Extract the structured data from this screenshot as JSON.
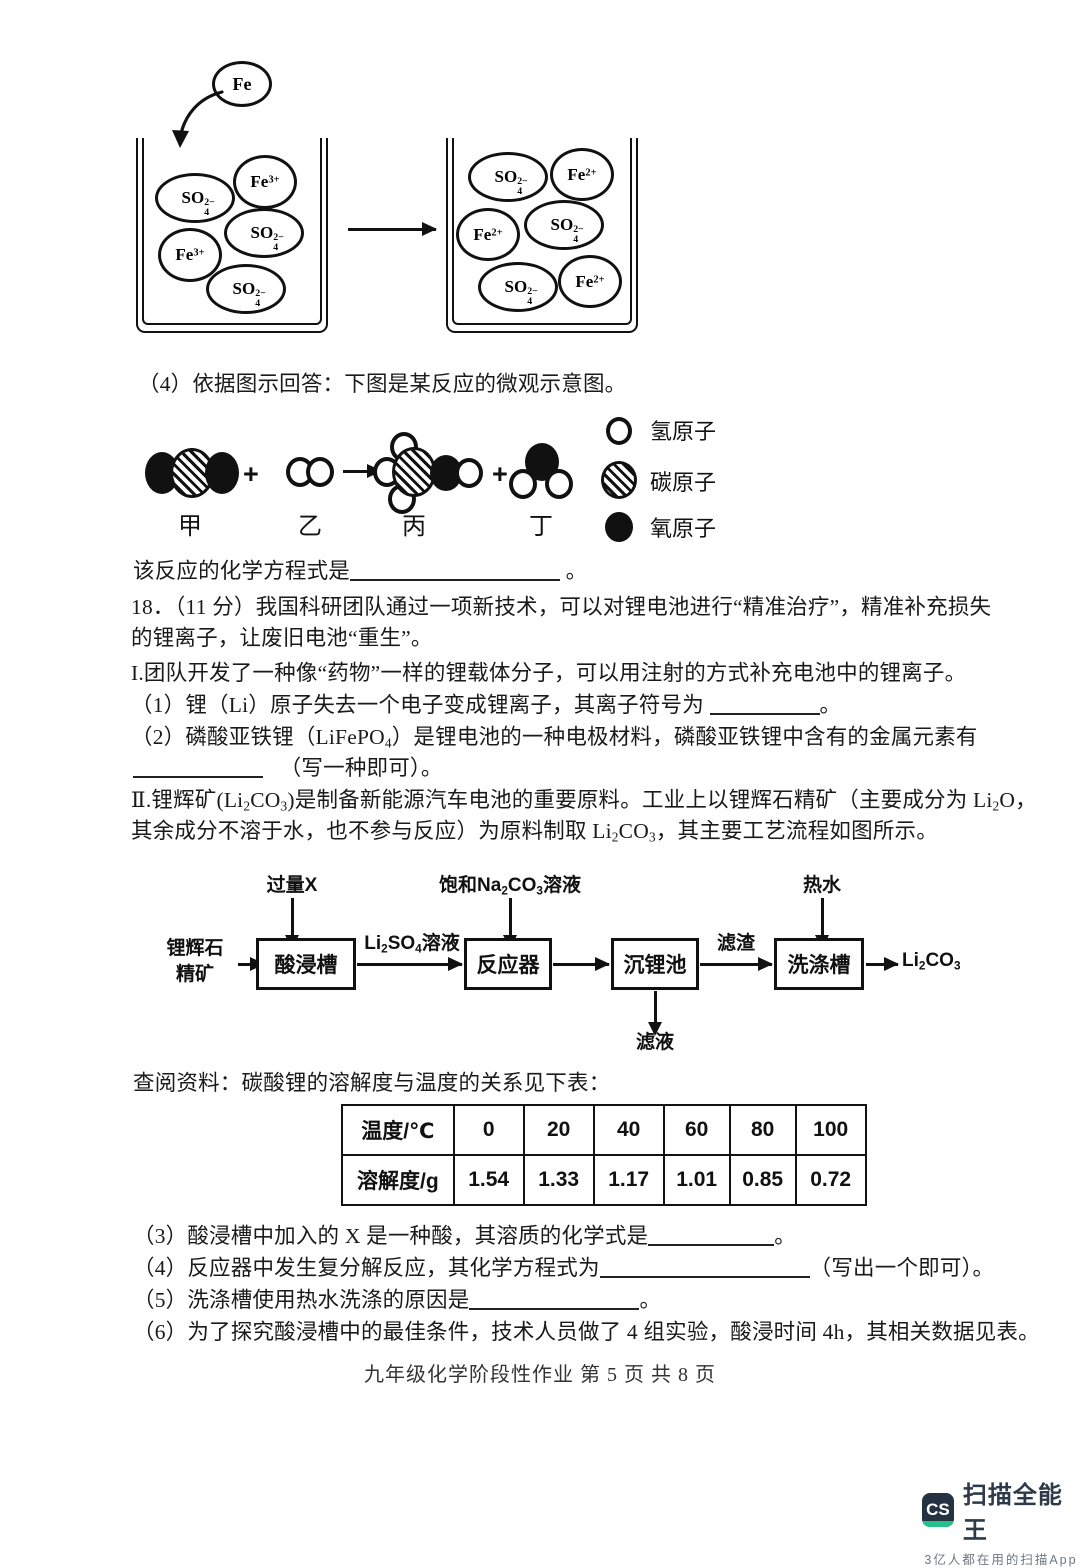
{
  "document": {
    "footer": "九年级化学阶段性作业  第 5 页  共 8 页",
    "watermark": {
      "badge": "CS",
      "title": "扫描全能王",
      "subtitle": "3亿人都在用的扫描App"
    }
  },
  "beaker_diagram": {
    "added_reagent": "Fe",
    "left_beaker": {
      "ions": [
        {
          "label": "SO",
          "sub": "4",
          "charge": "2−"
        },
        {
          "label": "Fe",
          "sub": "",
          "charge": "3+"
        },
        {
          "label": "SO",
          "sub": "4",
          "charge": "2−"
        },
        {
          "label": "Fe",
          "sub": "",
          "charge": "3+"
        },
        {
          "label": "SO",
          "sub": "4",
          "charge": "2−"
        }
      ]
    },
    "right_beaker": {
      "ions": [
        {
          "label": "SO",
          "sub": "4",
          "charge": "2−"
        },
        {
          "label": "Fe",
          "sub": "",
          "charge": "2+"
        },
        {
          "label": "Fe",
          "sub": "",
          "charge": "2+"
        },
        {
          "label": "SO",
          "sub": "4",
          "charge": "2−"
        },
        {
          "label": "SO",
          "sub": "4",
          "charge": "2−"
        },
        {
          "label": "Fe",
          "sub": "",
          "charge": "2+"
        }
      ]
    }
  },
  "question4": {
    "stem": "（4）依据图示回答：下图是某反应的微观示意图。",
    "molecule_labels": [
      "甲",
      "乙",
      "丙",
      "丁"
    ],
    "operators": [
      "+",
      "+"
    ],
    "legend": [
      {
        "icon": "hydrogen-atom",
        "label": "氢原子"
      },
      {
        "icon": "carbon-atom",
        "label": "碳原子"
      },
      {
        "icon": "oxygen-atom",
        "label": "氧原子"
      }
    ],
    "answer_line_prefix": "该反应的化学方程式是",
    "answer_line_suffix": "。"
  },
  "question18": {
    "line1": "18．（11 分）我国科研团队通过一项新技术，可以对锂电池进行“精准治疗”，精准补充损失",
    "line2": "的锂离子，让废旧电池“重生”。",
    "line3": "I.团队开发了一种像“药物”一样的锂载体分子，可以用注射的方式补充电池中的锂离子。",
    "item1_pre": "（1）锂（Li）原子失去一个电子变成锂离子，其离子符号为",
    "item1_post": "。",
    "item2_line1": "（2）磷酸亚铁锂（LiFePO4）是锂电池的一种电极材料，磷酸亚铁锂中含有的金属元素有",
    "item2_line2_post": "（写一种即可）。",
    "part2_line1": "Ⅱ.锂辉矿(Li2CO3)是制备新能源汽车电池的重要原料。工业上以锂辉石精矿（主要成分为 Li2O，",
    "part2_line2": "其余成分不溶于水，也不参与反应）为原料制取 Li2CO3，其主要工艺流程如图所示。",
    "resource_line": "查阅资料：碳酸锂的溶解度与温度的关系见下表：",
    "item3_pre": "（3）酸浸槽中加入的 X 是一种酸，其溶质的化学式是",
    "item3_post": "。",
    "item4_pre": "（4）反应器中发生复分解反应，其化学方程式为",
    "item4_post": "（写出一个即可）。",
    "item5_pre": "（5）洗涤槽使用热水洗涤的原因是",
    "item5_post": "。",
    "item6": "（6）为了探究酸浸槽中的最佳条件，技术人员做了 4 组实验，酸浸时间 4h，其相关数据见表。"
  },
  "flowchart": {
    "input_label": "锂辉石\n精矿",
    "input_line1": "锂辉石",
    "input_line2": "精矿",
    "boxes": [
      "酸浸槽",
      "反应器",
      "沉锂池",
      "洗涤槽"
    ],
    "top_inputs": [
      {
        "label": "过量X",
        "target": "酸浸槽"
      },
      {
        "label": "饱和Na2CO3溶液",
        "target": "反应器"
      },
      {
        "label": "热水",
        "target": "洗涤槽"
      }
    ],
    "edge_labels": [
      "Li2SO4溶液",
      "滤渣"
    ],
    "down_output": "滤液",
    "final_output": "Li2CO3"
  },
  "chart_data": {
    "type": "table",
    "title": "碳酸锂的溶解度与温度的关系",
    "row_headers": [
      "温度/℃",
      "溶解度/g"
    ],
    "categories": [
      "0",
      "20",
      "40",
      "60",
      "80",
      "100"
    ],
    "values": [
      1.54,
      1.33,
      1.17,
      1.01,
      0.85,
      0.72
    ],
    "xlabel": "温度/℃",
    "ylabel": "溶解度/g",
    "rows": [
      [
        "温度/℃",
        "0",
        "20",
        "40",
        "60",
        "80",
        "100"
      ],
      [
        "溶解度/g",
        "1.54",
        "1.33",
        "1.17",
        "1.01",
        "0.85",
        "0.72"
      ]
    ]
  }
}
